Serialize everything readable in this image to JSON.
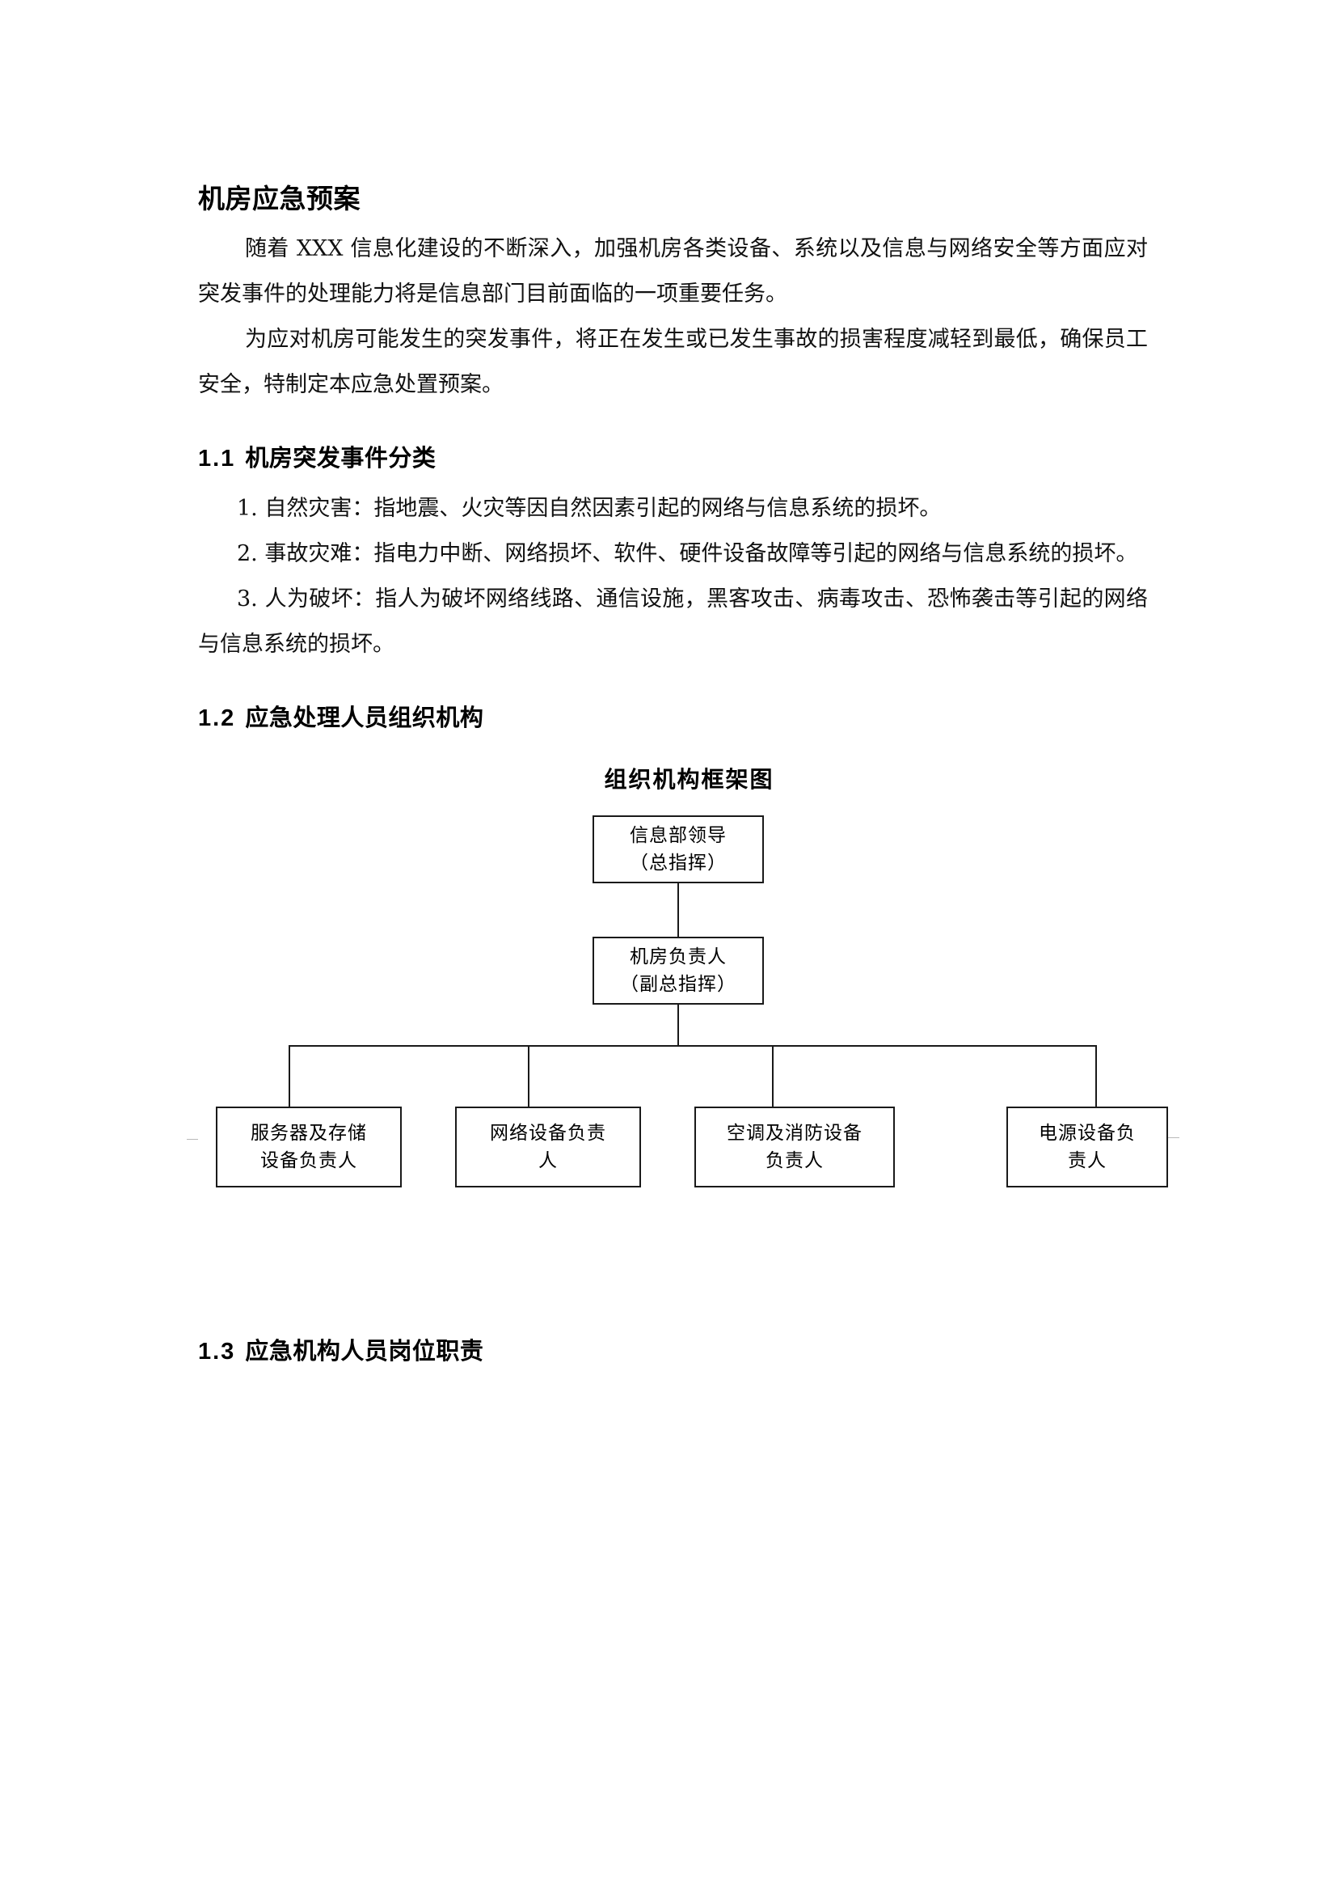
{
  "document": {
    "title": "机房应急预案",
    "intro_paragraphs": [
      "随着 XXX 信息化建设的不断深入，加强机房各类设备、系统以及信息与网络安全等方面应对突发事件的处理能力将是信息部门目前面临的一项重要任务。",
      "为应对机房可能发生的突发事件，将正在发生或已发生事故的损害程度减轻到最低，确保员工安全，特制定本应急处置预案。"
    ]
  },
  "section_1_1": {
    "number": "1.1",
    "title": "机房突发事件分类",
    "items": [
      "1. 自然灾害：指地震、火灾等因自然因素引起的网络与信息系统的损坏。",
      "2. 事故灾难：指电力中断、网络损坏、软件、硬件设备故障等引起的网络与信息系统的损坏。",
      "3. 人为破坏：指人为破坏网络线路、通信设施，黑客攻击、病毒攻击、恐怖袭击等引起的网络与信息系统的损坏。"
    ]
  },
  "section_1_2": {
    "number": "1.2",
    "title": "应急处理人员组织机构",
    "chart": {
      "title": "组织机构框架图",
      "level1": "信息部领导\n（总指挥）",
      "level1_line1": "信息部领导",
      "level1_line2": "（总指挥）",
      "level2_line1": "机房负责人",
      "level2_line2": "（副总指挥）",
      "level3": [
        {
          "line1": "服务器及存储",
          "line2": "设备负责人"
        },
        {
          "line1": "网络设备负责",
          "line2": "人"
        },
        {
          "line1": "空调及消防设备",
          "line2": "负责人"
        },
        {
          "line1": "电源设备负",
          "line2": "责人"
        }
      ]
    }
  },
  "section_1_3": {
    "number": "1.3",
    "title": "应急机构人员岗位职责"
  },
  "colors": {
    "text": "#000000",
    "box_border": "#1a1a1a",
    "page_background": "#ffffff"
  }
}
